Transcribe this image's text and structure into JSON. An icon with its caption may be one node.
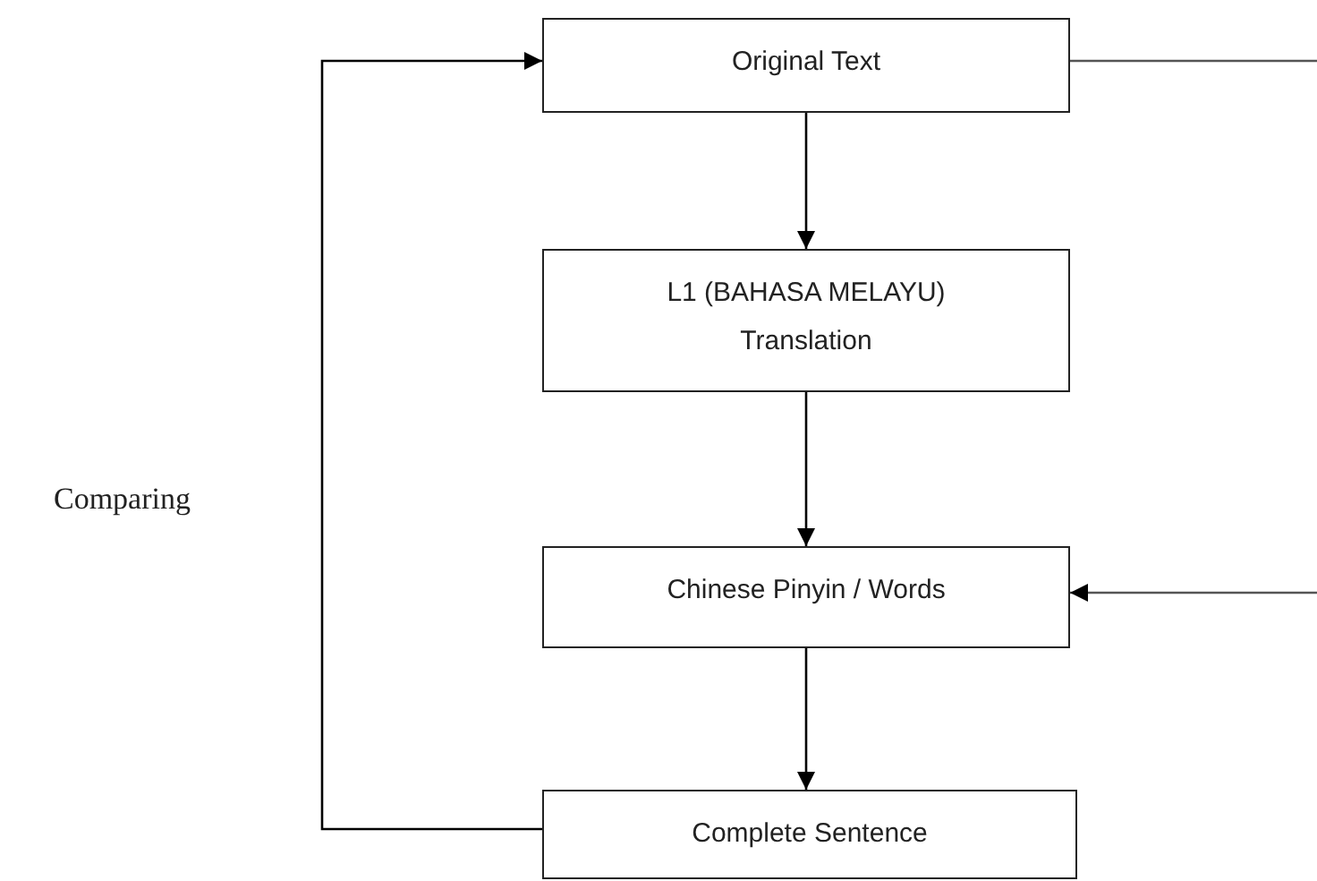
{
  "diagram": {
    "nodes": [
      {
        "text": [
          "Original Text"
        ]
      },
      {
        "text": [
          "L1 (BAHASA MELAYU) Translation"
        ]
      },
      {
        "text": [
          "Chinese Pinyin / Words"
        ]
      },
      {
        "text": [
          "Complete Sentence"
        ]
      }
    ],
    "edges": [
      {
        "from": 0,
        "to": 1,
        "arrow": "to"
      },
      {
        "from": 1,
        "to": 2,
        "arrow": "to"
      },
      {
        "from": 2,
        "to": 3,
        "arrow": "to"
      },
      {
        "from": 3,
        "to": 0,
        "arrow": "to",
        "label": "Comparing"
      },
      {
        "from": 0,
        "to": null,
        "arrow": "none"
      },
      {
        "from": null,
        "to": 2,
        "arrow": "to"
      }
    ]
  }
}
